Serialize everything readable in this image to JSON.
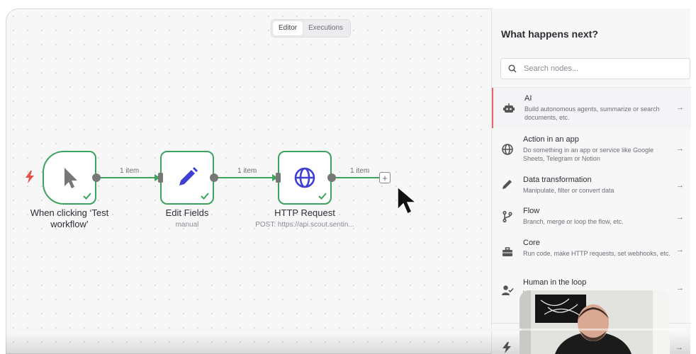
{
  "toggle": {
    "editor": "Editor",
    "executions": "Executions",
    "active": "editor"
  },
  "nodes": [
    {
      "title_line1": "When clicking ‘Test",
      "title_line2": "workflow’",
      "subtitle": "",
      "icon": "pointer-icon"
    },
    {
      "title": "Edit Fields",
      "subtitle": "manual",
      "icon": "pencil-icon"
    },
    {
      "title": "HTTP Request",
      "subtitle": "POST: https://api.scout.sentin...",
      "icon": "globe-icon"
    }
  ],
  "edges": [
    {
      "label": "1 item"
    },
    {
      "label": "1 item"
    },
    {
      "label": "1 item"
    }
  ],
  "add_button": "+",
  "panel": {
    "title": "What happens next?",
    "search_placeholder": "Search nodes...",
    "categories": [
      {
        "name": "AI",
        "desc": "Build autonomous agents, summarize or search documents, etc.",
        "icon": "robot-icon"
      },
      {
        "name": "Action in an app",
        "desc": "Do something in an app or service like Google Sheets, Telegram or Notion",
        "icon": "globe-icon"
      },
      {
        "name": "Data transformation",
        "desc": "Manipulate, filter or convert data",
        "icon": "pen-icon"
      },
      {
        "name": "Flow",
        "desc": "Branch, merge or loop the flow, etc.",
        "icon": "branch-icon"
      },
      {
        "name": "Core",
        "desc": "Run code, make HTTP requests, set webhooks, etc.",
        "icon": "toolbox-icon"
      },
      {
        "name": "Human in the loop",
        "desc": "W",
        "icon": "user-check-icon"
      }
    ]
  },
  "colors": {
    "success": "#3da35d",
    "node_icon": "#3f3fd1",
    "trigger_bolt": "#e4534a",
    "accent_active": "#e46a6a"
  },
  "video_progress": 0.76
}
